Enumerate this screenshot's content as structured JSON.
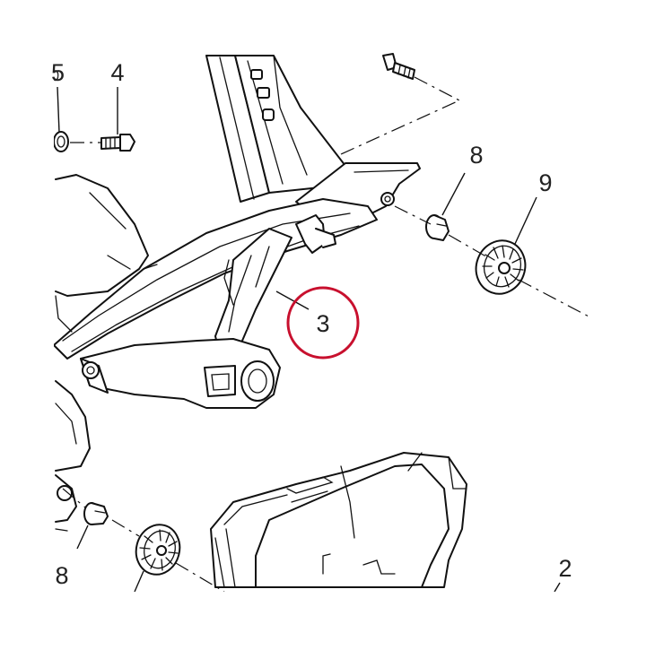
{
  "diagram": {
    "callouts": [
      {
        "id": "5",
        "label": "5"
      },
      {
        "id": "4",
        "label": "4"
      },
      {
        "id": "8a",
        "label": "8"
      },
      {
        "id": "9a",
        "label": "9"
      },
      {
        "id": "3",
        "label": "3"
      },
      {
        "id": "8b",
        "label": "8"
      },
      {
        "id": "2",
        "label": "2"
      }
    ],
    "highlight_color": "#c8102e"
  }
}
